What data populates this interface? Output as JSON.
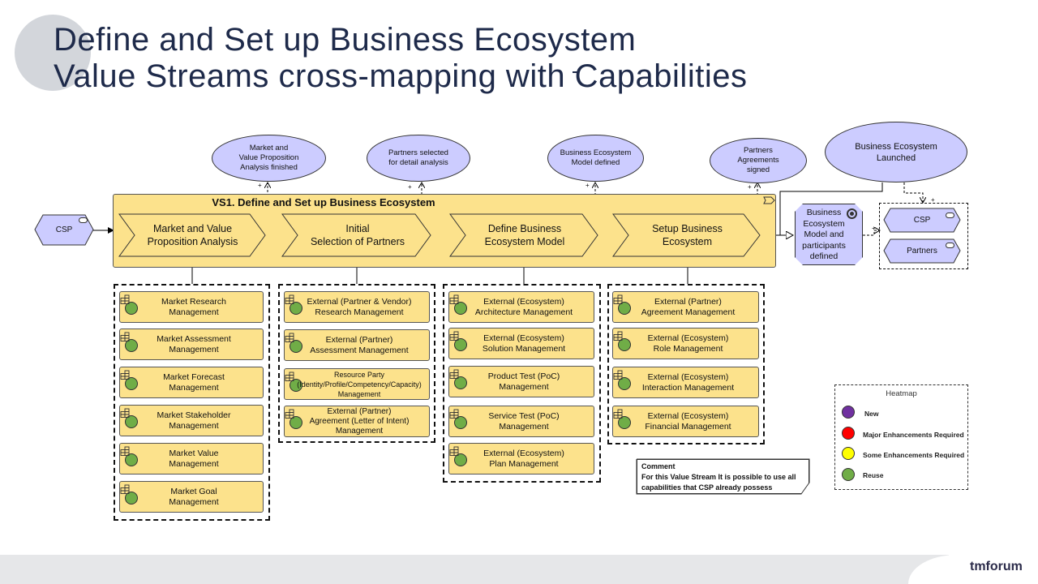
{
  "title": {
    "line1": "Define and Set up Business Ecosystem",
    "line2": "Value Streams cross-mapping with Capabilities"
  },
  "outcomes": [
    "Market and\nValue Proposition\nAnalysis finished",
    "Partners selected\nfor detail analysis",
    "Business Ecosystem\nModel defined",
    "Partners\nAgreements\nsigned",
    "Business Ecosystem\nLaunched"
  ],
  "value_stream": {
    "title": "VS1. Define and Set up Business Ecosystem",
    "stages": [
      "Market and Value\nProposition Analysis",
      "Initial\nSelection of Partners",
      "Define Business\nEcosystem Model",
      "Setup Business\nEcosystem"
    ]
  },
  "actors": {
    "left": "CSP",
    "right_csp": "CSP",
    "right_partners": "Partners"
  },
  "motivation": "Business\nEcosystem\nModel and\nparticipants\ndefined",
  "plus_marks": [
    "+",
    "+",
    "+",
    "+",
    "+",
    "+"
  ],
  "capability_groups": [
    {
      "items": [
        {
          "label": "Market Research\nManagement"
        },
        {
          "label": "Market Assessment\nManagement"
        },
        {
          "label": "Market Forecast\nManagement"
        },
        {
          "label": "Market Stakeholder\nManagement"
        },
        {
          "label": "Market Value\nManagement"
        },
        {
          "label": "Market Goal\nManagement"
        }
      ]
    },
    {
      "items": [
        {
          "label": "External (Partner & Vendor)\nResearch Management"
        },
        {
          "label": "External (Partner)\nAssessment Management"
        },
        {
          "label": "Resource Party\n(Identity/Profile/Competency/Capacity)\nManagement"
        },
        {
          "label": "External (Partner)\nAgreement (Letter of Intent)\nManagement"
        }
      ]
    },
    {
      "items": [
        {
          "label": "External (Ecosystem)\nArchitecture Management"
        },
        {
          "label": "External (Ecosystem)\nSolution Management"
        },
        {
          "label": "Product Test (PoC)\nManagement"
        },
        {
          "label": "Service Test (PoC)\nManagement"
        },
        {
          "label": "External (Ecosystem)\nPlan Management"
        }
      ]
    },
    {
      "items": [
        {
          "label": "External (Partner)\nAgreement Management"
        },
        {
          "label": "External (Ecosystem)\nRole Management"
        },
        {
          "label": "External (Ecosystem)\nInteraction Management"
        },
        {
          "label": "External (Ecosystem)\nFinancial Management"
        }
      ]
    }
  ],
  "comment": {
    "title": "Comment",
    "body": "For this Value Stream It is possible to use all capabilities that CSP already possess"
  },
  "heatmap": {
    "title": "Heatmap",
    "items": [
      {
        "label": "New",
        "color": "#7030a0"
      },
      {
        "label": "Major Enhancements Required",
        "color": "#ff0000"
      },
      {
        "label": "Some Enhancements Required",
        "color": "#ffff00"
      },
      {
        "label": "Reuse",
        "color": "#70ad47"
      }
    ]
  },
  "colors": {
    "stage_fill": "#fce28c",
    "actor_fill": "#ccccff",
    "reuse": "#70ad47",
    "title": "#1e2a4a"
  },
  "footer": {
    "logo": "tmforum"
  }
}
